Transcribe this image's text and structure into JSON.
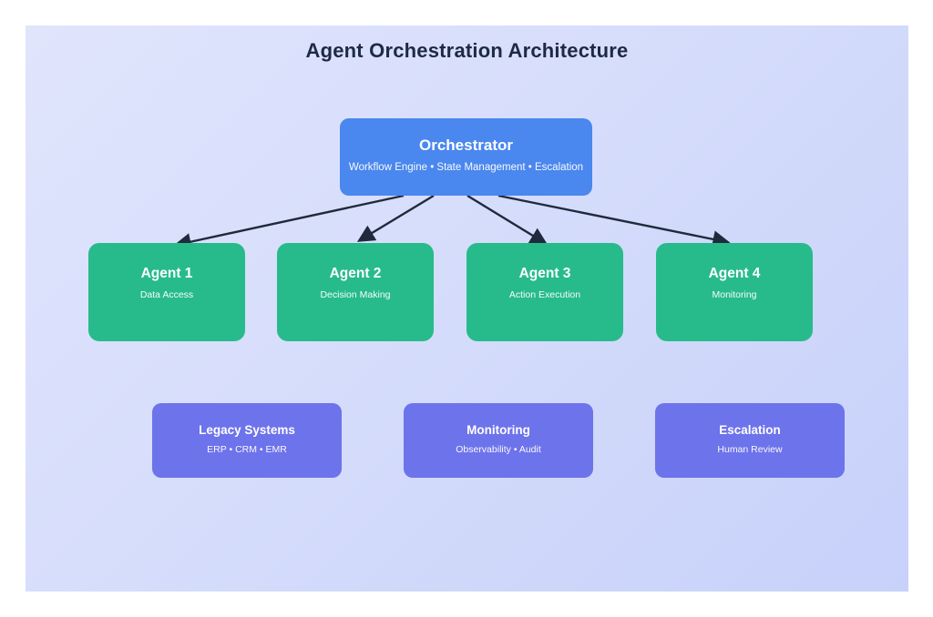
{
  "title": "Agent Orchestration Architecture",
  "colors": {
    "page_bg": "#ffffff",
    "panel_gradient_start": "#e0e5fc",
    "panel_gradient_end": "#c7d1fa",
    "orchestrator_fill": "#4a87ee",
    "agent_fill": "#27bb8b",
    "subsystem_fill": "#6d73ea",
    "arrow": "#1f2a3c",
    "title_text": "#1e2a44",
    "box_text": "#ffffff"
  },
  "orchestrator": {
    "title": "Orchestrator",
    "subtitle": "Workflow Engine • State Management • Escalation"
  },
  "agents": [
    {
      "title": "Agent 1",
      "subtitle": "Data Access"
    },
    {
      "title": "Agent 2",
      "subtitle": "Decision Making"
    },
    {
      "title": "Agent 3",
      "subtitle": "Action Execution"
    },
    {
      "title": "Agent 4",
      "subtitle": "Monitoring"
    }
  ],
  "subsystems": [
    {
      "title": "Legacy Systems",
      "subtitle": "ERP • CRM • EMR"
    },
    {
      "title": "Monitoring",
      "subtitle": "Observability • Audit"
    },
    {
      "title": "Escalation",
      "subtitle": "Human Review"
    }
  ]
}
